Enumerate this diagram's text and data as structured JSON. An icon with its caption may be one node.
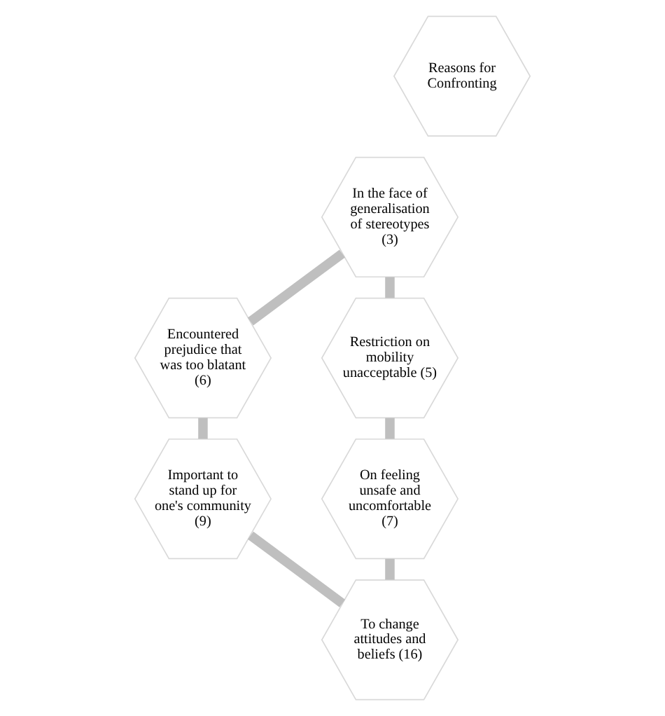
{
  "diagram": {
    "nodes": [
      {
        "text": [
          "Reasons for Confronting"
        ]
      },
      {
        "text": [
          "To change attitudes and beliefs (16)"
        ]
      },
      {
        "text": [
          "Important to stand up for one's community (9)"
        ]
      },
      {
        "text": [
          "Encountered prejudice that was too blatant (6)"
        ]
      },
      {
        "text": [
          "In the face of generalisation of stereotypes (3)"
        ]
      },
      {
        "text": [
          "Restriction on mobility unacceptable (5)"
        ]
      },
      {
        "text": [
          "On feeling unsafe and uncomfortable (7)"
        ]
      }
    ],
    "edges": [
      {
        "from": 1,
        "to": 2,
        "arrow": "none"
      },
      {
        "from": 2,
        "to": 3,
        "arrow": "none"
      },
      {
        "from": 3,
        "to": 4,
        "arrow": "none"
      },
      {
        "from": 4,
        "to": 5,
        "arrow": "none"
      },
      {
        "from": 5,
        "to": 6,
        "arrow": "none"
      },
      {
        "from": 6,
        "to": 1,
        "arrow": "none"
      }
    ]
  }
}
